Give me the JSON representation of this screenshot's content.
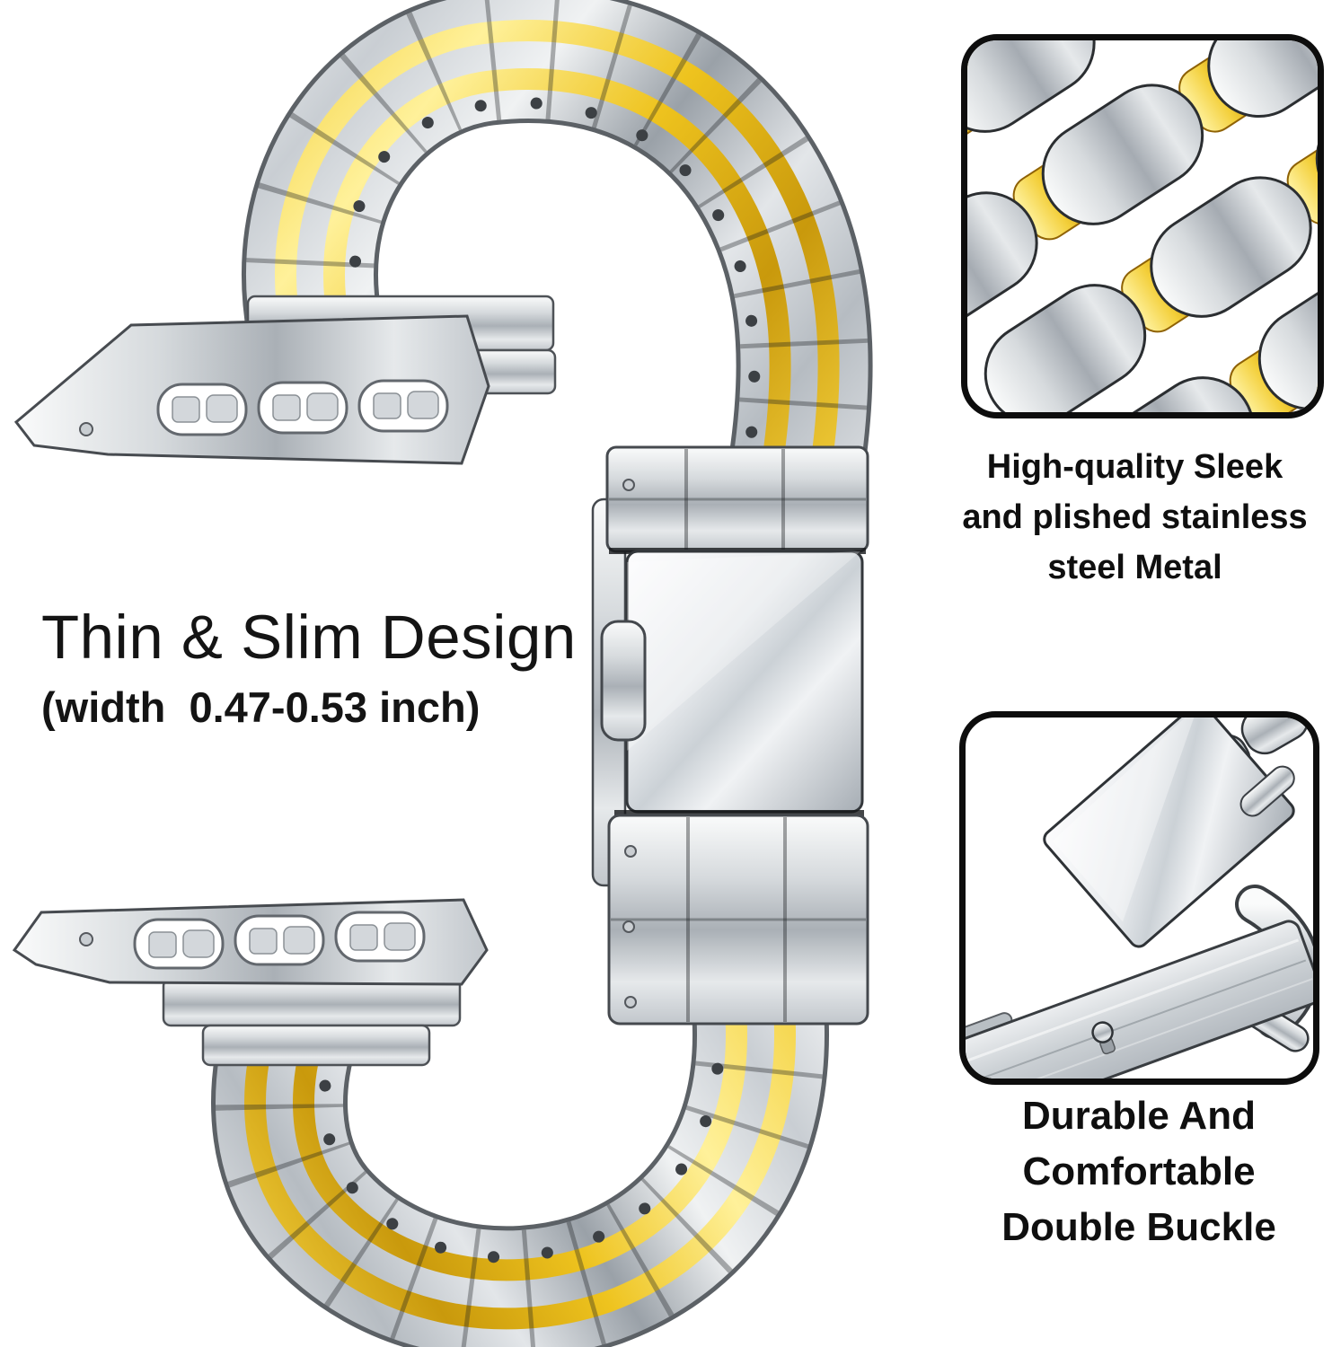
{
  "annotations": {
    "slim": {
      "title": "Thin & Slim Design",
      "subtitle": "(width  0.47-0.53 inch)"
    },
    "material": {
      "lines": [
        "High-quality Sleek",
        "and plished stainless",
        "steel Metal"
      ]
    },
    "buckle": {
      "lines": [
        "Durable And",
        "Comfortable",
        "Double Buckle"
      ]
    }
  },
  "figures": {
    "main": "two-tone-watch-band-loop",
    "top_callout": "band-links-closeup",
    "bottom_callout": "double-buckle-closeup"
  },
  "colors": {
    "background": "#ffffff",
    "silver": "#c9ced3",
    "silver_light": "#f5f6f7",
    "silver_dark": "#9aa1a8",
    "gold": "#eec31e",
    "gold_light": "#fff19a",
    "gold_dark": "#c9990c",
    "outline": "#2b2e31",
    "callout_border": "#0d0d0d",
    "text": "#111111"
  }
}
